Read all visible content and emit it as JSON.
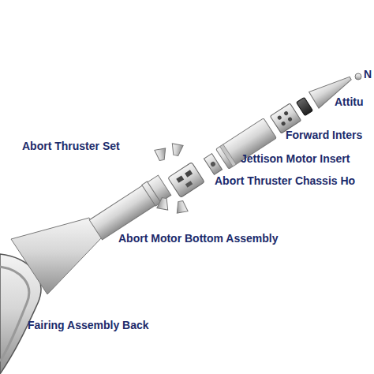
{
  "diagram": {
    "labels": [
      "N",
      "Attitu",
      "Forward Inters",
      "Abort Thruster Set",
      "Jettison Motor Insert",
      "Abort Thruster Chassis Ho",
      "Abort Motor Bottom Assembly",
      "Fairing Assembly Back"
    ]
  }
}
